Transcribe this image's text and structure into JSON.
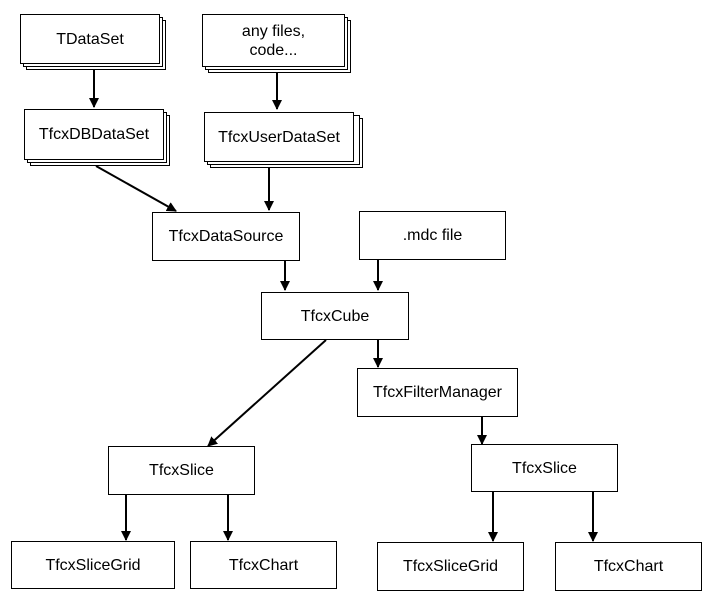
{
  "nodes": {
    "tdataset": "TDataSet",
    "any_files": "any files,\ncode...",
    "dbdataset": "TfcxDBDataSet",
    "userdataset": "TfcxUserDataSet",
    "datasource": "TfcxDataSource",
    "mdc_file": ".mdc file",
    "cube": "TfcxCube",
    "filter_manager": "TfcxFilterManager",
    "slice_left": "TfcxSlice",
    "slice_right": "TfcxSlice",
    "slicegrid_left": "TfcxSliceGrid",
    "chart_left": "TfcxChart",
    "slicegrid_right": "TfcxSliceGrid",
    "chart_right": "TfcxChart"
  },
  "colors": {
    "line": "#000000",
    "box_fill": "#ffffff"
  }
}
